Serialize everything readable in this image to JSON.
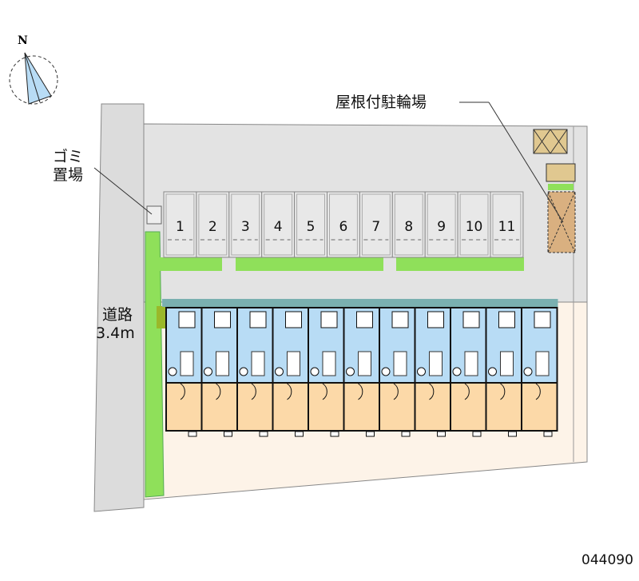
{
  "compass": {
    "north_label": "N"
  },
  "labels": {
    "garbage": [
      "ゴミ",
      "置場"
    ],
    "bicycle_parking": "屋根付駐輪場",
    "road": [
      "道路",
      "3.4m"
    ],
    "property_code": "044090"
  },
  "parking": {
    "spaces": [
      "1",
      "2",
      "3",
      "4",
      "5",
      "6",
      "7",
      "8",
      "9",
      "10",
      "11"
    ]
  },
  "building": {
    "unit_count": 11
  },
  "colors": {
    "road": "#dcdcdc",
    "lot": "#e3e3e3",
    "green": "#8fe05a",
    "unit_upper": "#b8dcf5",
    "unit_lower": "#fcd9a8",
    "lower_yard": "#fdf3e8",
    "bike_roof": "#d9b080"
  }
}
